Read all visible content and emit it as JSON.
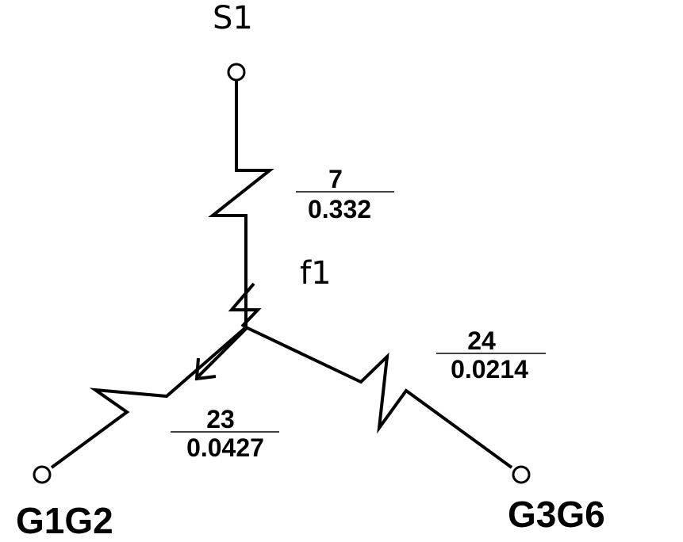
{
  "nodes": {
    "s1": "S1",
    "g1g2": "G1G2",
    "g3g6": "G3G6",
    "fault": "f1"
  },
  "branches": {
    "top": {
      "number": "7",
      "value": "0.332"
    },
    "left": {
      "number": "23",
      "value": "0.0427"
    },
    "right": {
      "number": "24",
      "value": "0.0214"
    }
  },
  "colors": {
    "line": "#000000",
    "background": "#ffffff"
  }
}
